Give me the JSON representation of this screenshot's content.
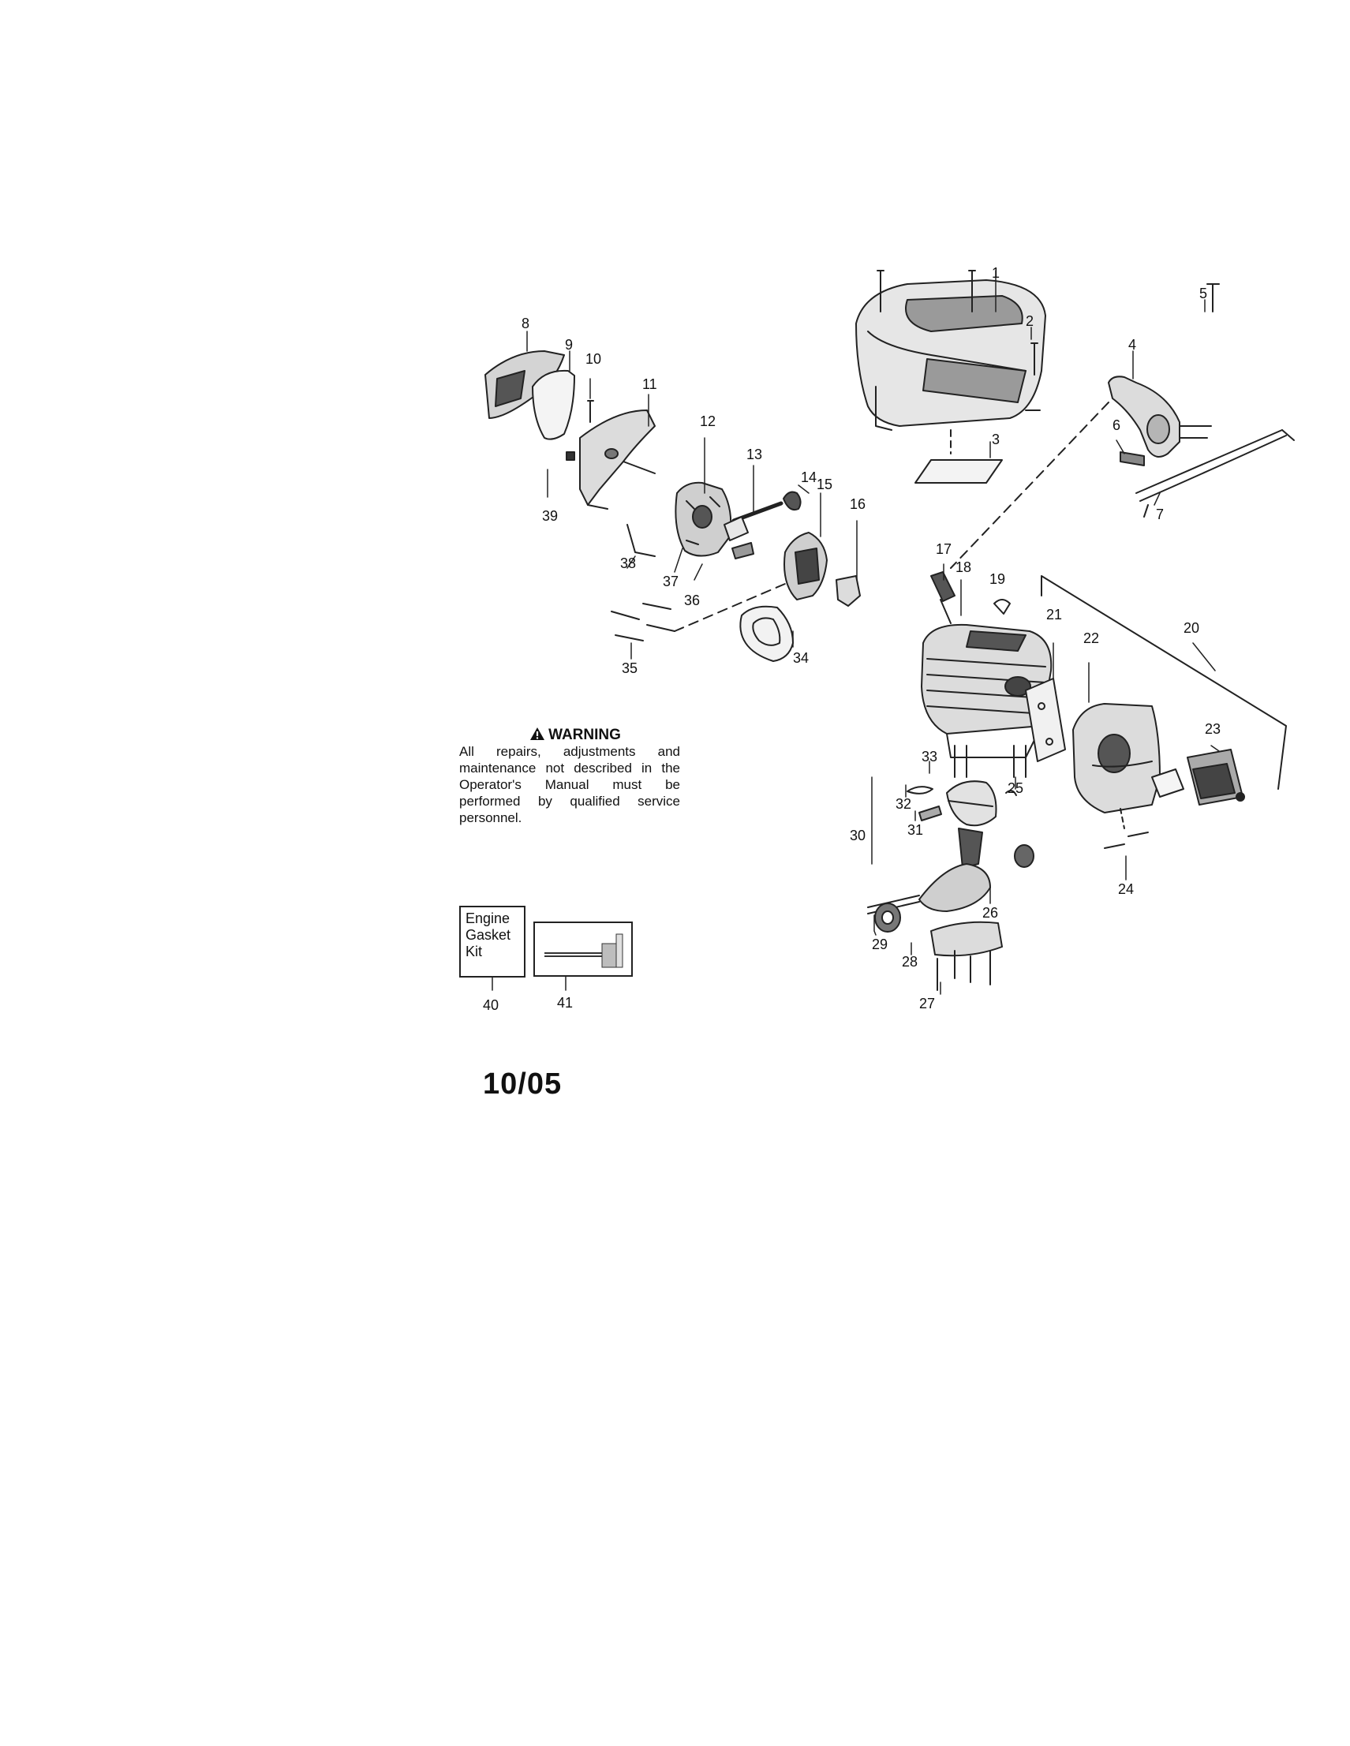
{
  "warning": {
    "title": "WARNING",
    "body": "All repairs, adjustments and maintenance not described in the Operator's Manual must be performed by qualified service personnel."
  },
  "kit_label": "Engine Gasket Kit",
  "date_code": "10/05",
  "part_numbers": [
    "1",
    "2",
    "3",
    "4",
    "5",
    "6",
    "7",
    "8",
    "9",
    "10",
    "11",
    "12",
    "13",
    "14",
    "15",
    "16",
    "17",
    "18",
    "19",
    "20",
    "21",
    "22",
    "23",
    "24",
    "25",
    "26",
    "27",
    "28",
    "29",
    "30",
    "31",
    "32",
    "33",
    "34",
    "35",
    "36",
    "37",
    "38",
    "39",
    "40",
    "41"
  ],
  "icons": {
    "warning": "warning-triangle-icon"
  }
}
